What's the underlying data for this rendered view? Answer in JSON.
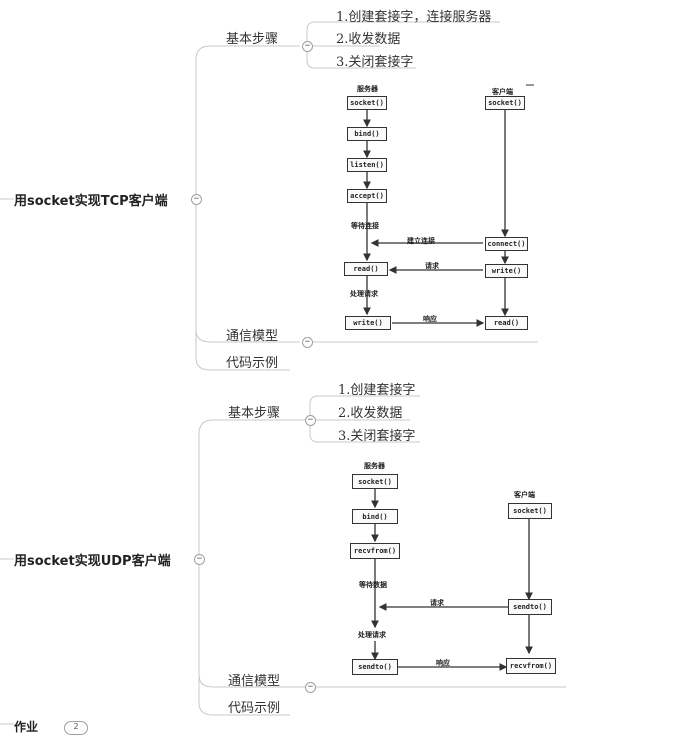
{
  "tcp": {
    "title": "用socket实现TCP客户端",
    "steps_label": "基本步骤",
    "steps": [
      "1.创建套接字，连接服务器",
      "2.收发数据",
      "3.关闭套接字"
    ],
    "model_label": "通信模型",
    "example_label": "代码示例",
    "diagram": {
      "server_title": "服务器",
      "client_title": "客户端",
      "server_nodes": [
        "socket()",
        "bind()",
        "listen()",
        "accept()",
        "read()",
        "write()"
      ],
      "client_nodes": [
        "socket()",
        "connect()",
        "write()",
        "read()"
      ],
      "wait_label": "等待连接",
      "connect_label": "建立连接",
      "request_label": "请求",
      "process_label": "处理请求",
      "response_label": "响应"
    }
  },
  "udp": {
    "title": "用socket实现UDP客户端",
    "steps_label": "基本步骤",
    "steps": [
      "1.创建套接字",
      "2.收发数据",
      "3.关闭套接字"
    ],
    "model_label": "通信模型",
    "example_label": "代码示例",
    "diagram": {
      "server_title": "服务器",
      "client_title": "客户端",
      "server_nodes": [
        "socket()",
        "bind()",
        "recvfrom()",
        "sendto()"
      ],
      "client_nodes": [
        "socket()",
        "sendto()",
        "recvfrom()"
      ],
      "wait_label": "等待数据",
      "request_label": "请求",
      "process_label": "处理请求",
      "response_label": "响应"
    }
  },
  "homework": {
    "title": "作业",
    "count": "2"
  },
  "colors": {
    "branch_line": "#c8c8c8",
    "toggle_border": "#9aa0a6",
    "diagram_stroke": "#333333"
  }
}
